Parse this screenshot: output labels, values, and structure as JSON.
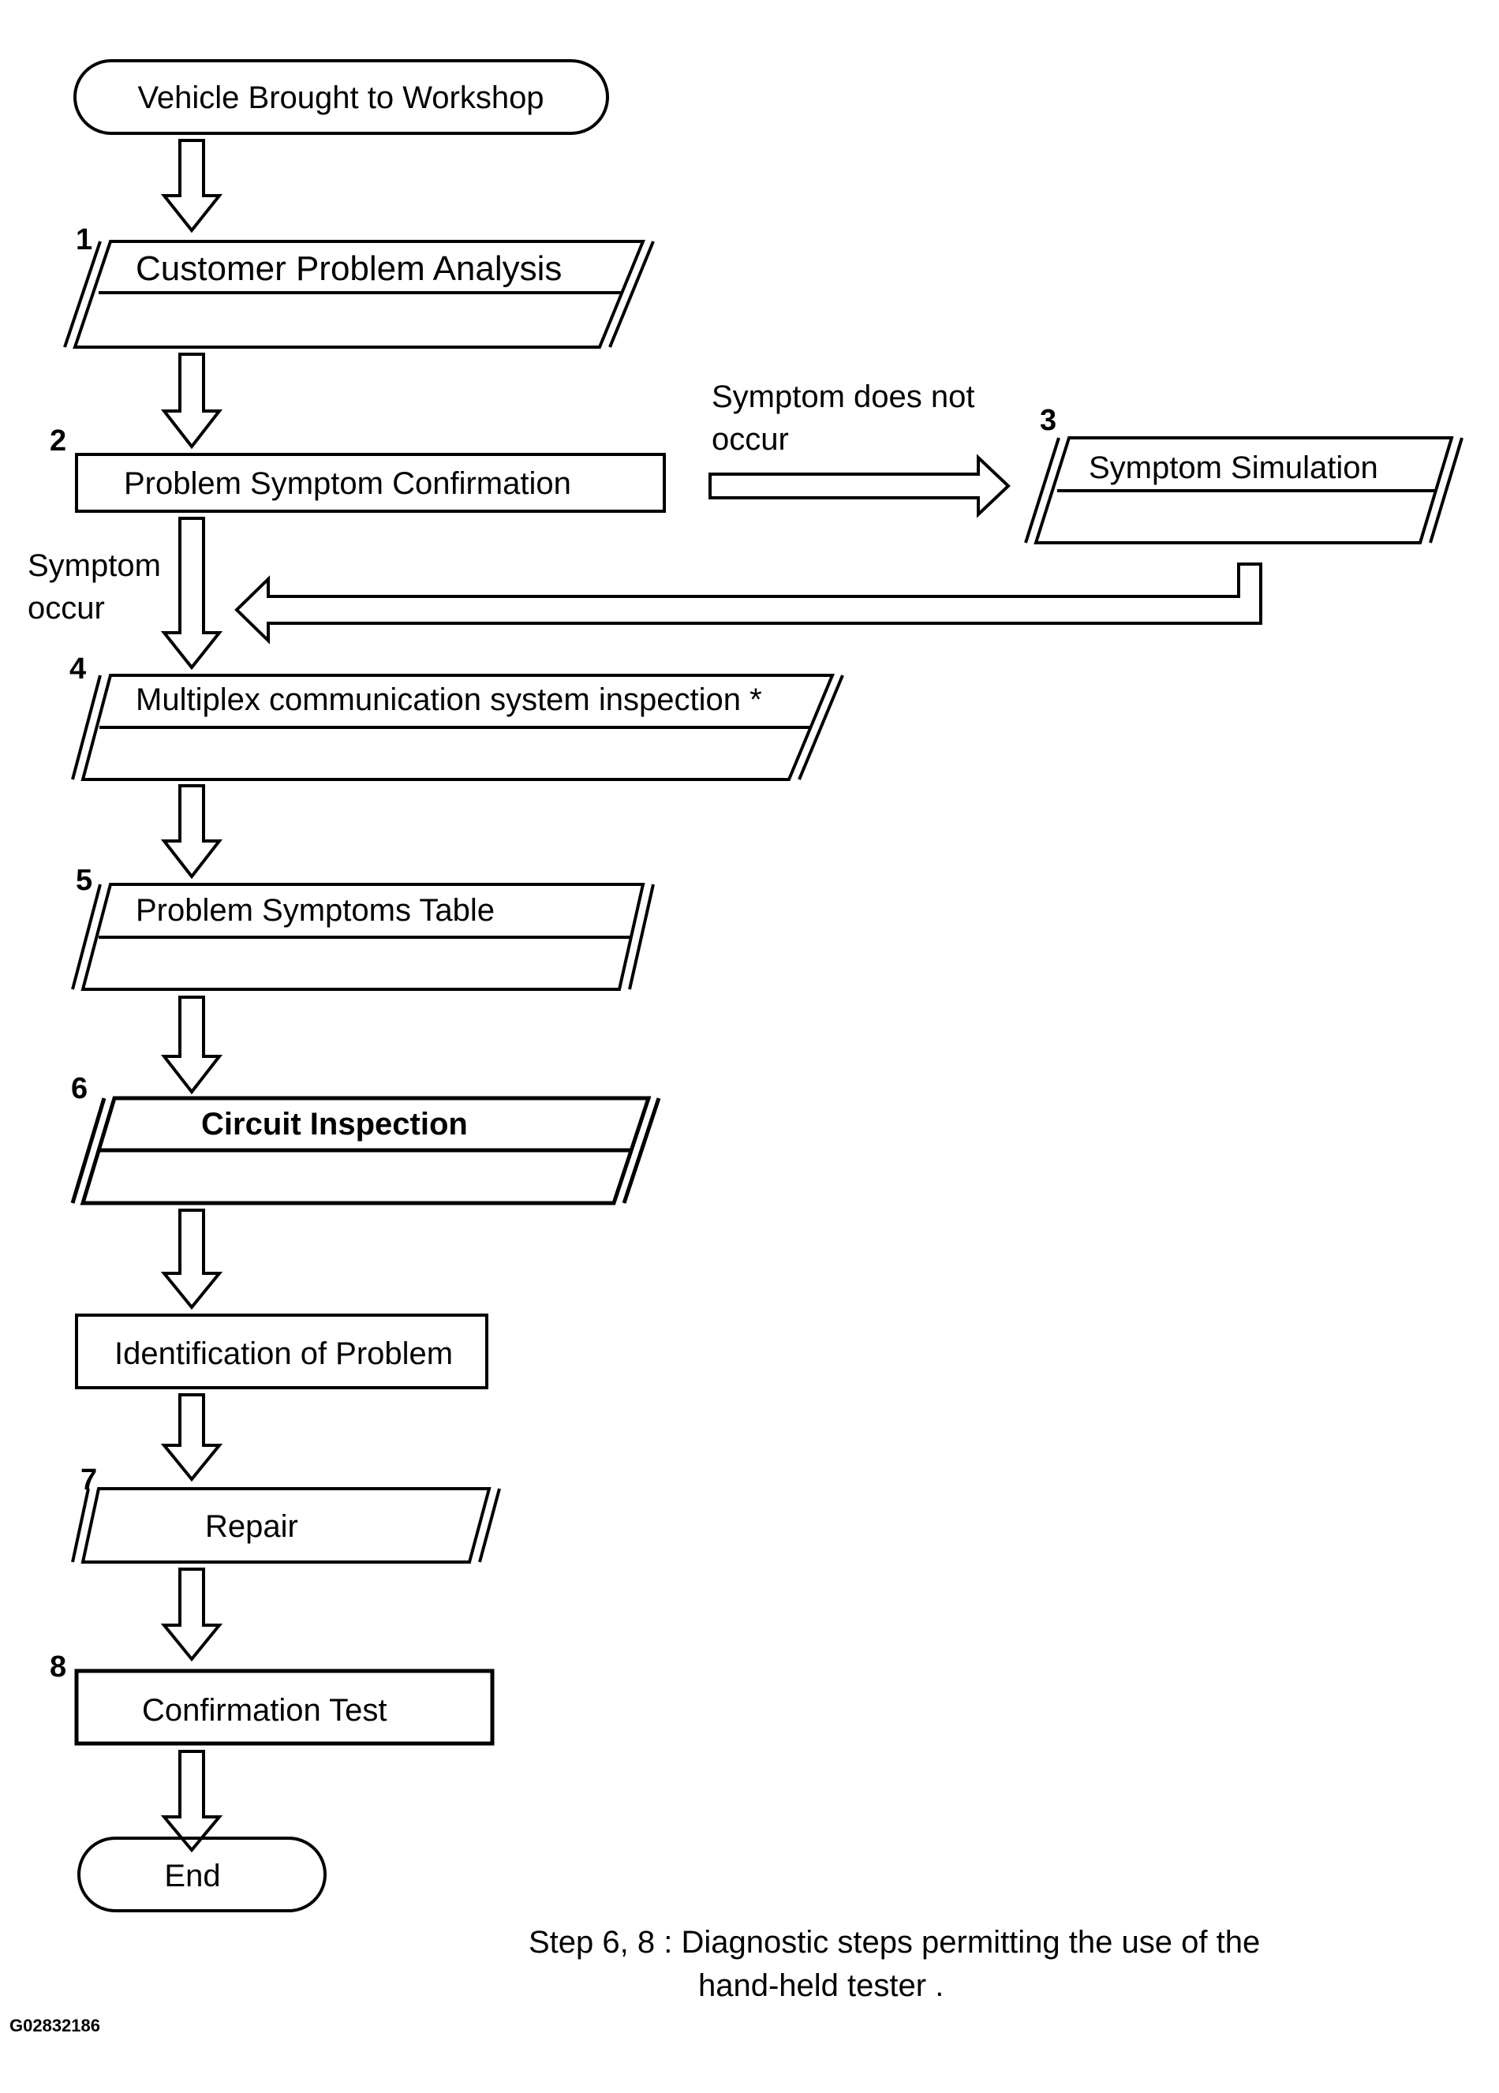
{
  "nodes": {
    "start": "Vehicle Brought to Workshop",
    "step1": {
      "num": "1",
      "label": "Customer Problem Analysis"
    },
    "step2": {
      "num": "2",
      "label": "Problem Symptom Confirmation"
    },
    "step3": {
      "num": "3",
      "label": "Symptom Simulation"
    },
    "step4": {
      "num": "4",
      "label": "Multiplex communication system inspection *"
    },
    "step5": {
      "num": "5",
      "label": "Problem Symptoms Table"
    },
    "step6": {
      "num": "6",
      "label": "Circuit Inspection"
    },
    "identify": "Identification of Problem",
    "step7": {
      "num": "7",
      "label": "Repair"
    },
    "step8": {
      "num": "8",
      "label": "Confirmation Test"
    },
    "end": "End"
  },
  "branches": {
    "not_occur_line1": "Symptom does not",
    "not_occur_line2": "occur",
    "occur_line1": "Symptom",
    "occur_line2": "occur"
  },
  "footnote": {
    "line1": "Step 6, 8 : Diagnostic steps permitting the use of the",
    "line2": "hand-held tester ."
  },
  "figure_code": "G02832186"
}
